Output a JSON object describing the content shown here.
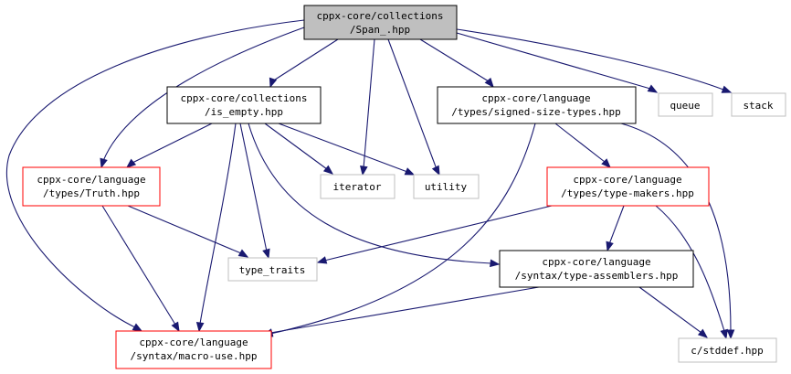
{
  "colors": {
    "root_fill": "#bfbfbf",
    "root_border": "#000000",
    "documented_border": "#000000",
    "red_border": "#ff0000",
    "external_border": "#bfbfbf",
    "edge": "#191970"
  },
  "nodes": {
    "span": {
      "line1": "cppx-core/collections",
      "line2": "/Span_.hpp"
    },
    "is_empty": {
      "line1": "cppx-core/collections",
      "line2": "/is_empty.hpp"
    },
    "signed_size": {
      "line1": "cppx-core/language",
      "line2": "/types/signed-size-types.hpp"
    },
    "queue": {
      "line1": "queue"
    },
    "stack": {
      "line1": "stack"
    },
    "truth": {
      "line1": "cppx-core/language",
      "line2": "/types/Truth.hpp"
    },
    "iterator": {
      "line1": "iterator"
    },
    "utility": {
      "line1": "utility"
    },
    "type_makers": {
      "line1": "cppx-core/language",
      "line2": "/types/type-makers.hpp"
    },
    "type_traits": {
      "line1": "type_traits"
    },
    "type_assemblers": {
      "line1": "cppx-core/language",
      "line2": "/syntax/type-assemblers.hpp"
    },
    "macro_use": {
      "line1": "cppx-core/language",
      "line2": "/syntax/macro-use.hpp"
    },
    "cstddef": {
      "line1": "c/stddef.hpp"
    }
  },
  "edges": [
    {
      "from": "span",
      "to": "is_empty"
    },
    {
      "from": "span",
      "to": "signed_size"
    },
    {
      "from": "span",
      "to": "queue"
    },
    {
      "from": "span",
      "to": "stack"
    },
    {
      "from": "span",
      "to": "truth"
    },
    {
      "from": "span",
      "to": "iterator"
    },
    {
      "from": "span",
      "to": "utility"
    },
    {
      "from": "span",
      "to": "macro_use"
    },
    {
      "from": "is_empty",
      "to": "truth"
    },
    {
      "from": "is_empty",
      "to": "iterator"
    },
    {
      "from": "is_empty",
      "to": "utility"
    },
    {
      "from": "is_empty",
      "to": "type_traits"
    },
    {
      "from": "is_empty",
      "to": "macro_use"
    },
    {
      "from": "is_empty",
      "to": "type_assemblers"
    },
    {
      "from": "signed_size",
      "to": "type_makers"
    },
    {
      "from": "signed_size",
      "to": "cstddef"
    },
    {
      "from": "signed_size",
      "to": "macro_use"
    },
    {
      "from": "truth",
      "to": "type_traits"
    },
    {
      "from": "truth",
      "to": "macro_use"
    },
    {
      "from": "type_makers",
      "to": "type_traits"
    },
    {
      "from": "type_makers",
      "to": "type_assemblers"
    },
    {
      "from": "type_makers",
      "to": "cstddef"
    },
    {
      "from": "type_assemblers",
      "to": "macro_use"
    },
    {
      "from": "type_assemblers",
      "to": "cstddef"
    }
  ]
}
